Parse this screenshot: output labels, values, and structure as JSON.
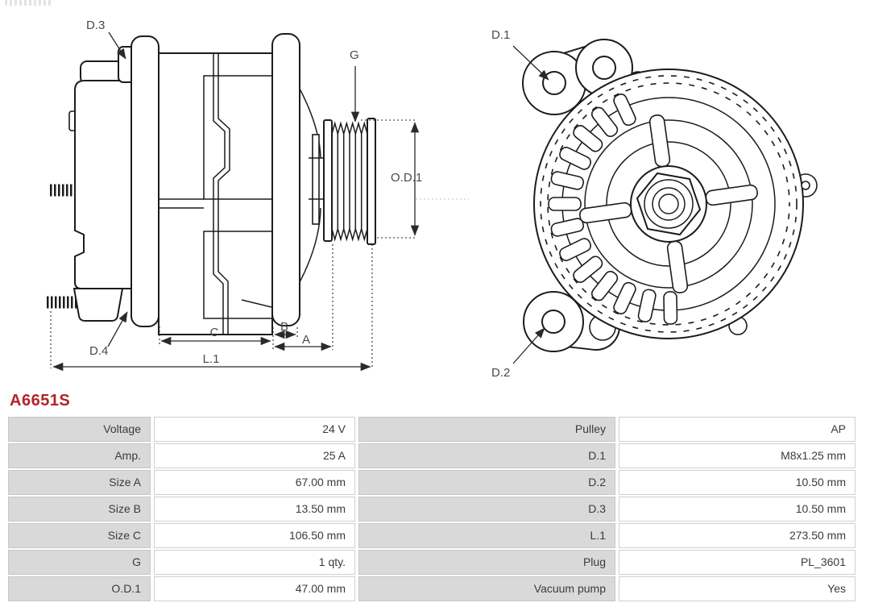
{
  "part_number": "A6651S",
  "side_view": {
    "d3": "D.3",
    "d4": "D.4",
    "g": "G",
    "od1": "O.D.1",
    "dim_a": "A",
    "dim_b": "B",
    "dim_c": "C",
    "dim_l1": "L.1"
  },
  "front_view": {
    "d1": "D.1",
    "d2": "D.2"
  },
  "spec_table": {
    "rows": [
      {
        "l1": "Voltage",
        "v1": "24 V",
        "l2": "Pulley",
        "v2": "AP"
      },
      {
        "l1": "Amp.",
        "v1": "25 A",
        "l2": "D.1",
        "v2": "M8x1.25 mm"
      },
      {
        "l1": "Size A",
        "v1": "67.00 mm",
        "l2": "D.2",
        "v2": "10.50 mm"
      },
      {
        "l1": "Size B",
        "v1": "13.50 mm",
        "l2": "D.3",
        "v2": "10.50 mm"
      },
      {
        "l1": "Size C",
        "v1": "106.50 mm",
        "l2": "L.1",
        "v2": "273.50 mm"
      },
      {
        "l1": "G",
        "v1": "1 qty.",
        "l2": "Plug",
        "v2": "PL_3601"
      },
      {
        "l1": "O.D.1",
        "v1": "47.00 mm",
        "l2": "Vacuum pump",
        "v2": "Yes"
      }
    ]
  },
  "colors": {
    "accent_red": "#b4232a",
    "table_label_bg": "#d9d9d9",
    "line": "#1c1c1c"
  }
}
